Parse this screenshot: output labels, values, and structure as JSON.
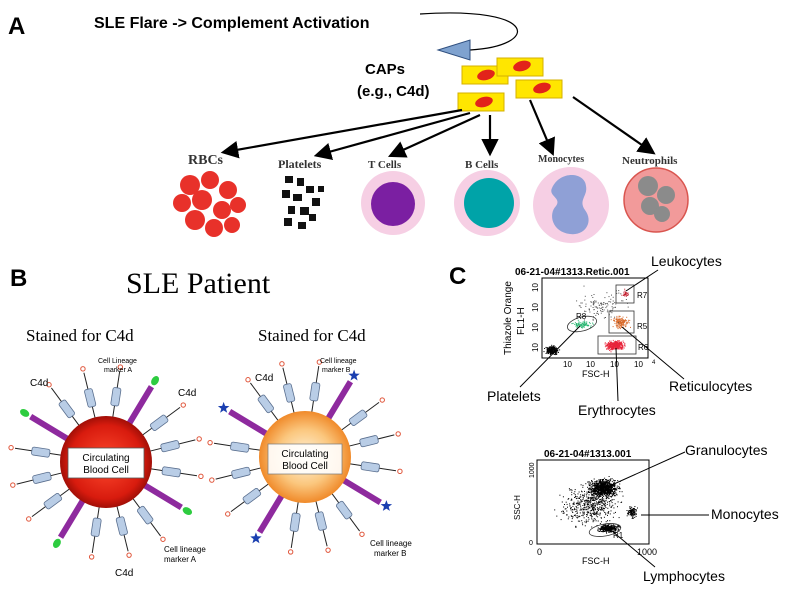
{
  "panel_a": {
    "letter": "A",
    "flare_text": "SLE Flare -> Complement Activation",
    "caps_line1": "CAPs",
    "caps_line2": "(e.g., C4d)",
    "cells": [
      {
        "label": "RBCs",
        "icon": "rbc-cluster-icon",
        "color": "#e8312a"
      },
      {
        "label": "Platelets",
        "icon": "platelet-cluster-icon",
        "color": "#111111"
      },
      {
        "label": "T Cells",
        "icon": "t-cell-icon",
        "color": "#7b1fa2"
      },
      {
        "label": "B Cells",
        "icon": "b-cell-icon",
        "color": "#00a3a8"
      },
      {
        "label": "Monocytes",
        "icon": "monocyte-icon",
        "color": "#8fa0d6"
      },
      {
        "label": "Neutrophils",
        "icon": "neutrophil-icon",
        "color": "#f29a9a"
      }
    ]
  },
  "panel_b": {
    "letter": "B",
    "title": "SLE Patient",
    "left": {
      "stain_title": "Stained for C4d",
      "cell_line1": "Circulating",
      "cell_line2": "Blood Cell",
      "c4d_a": "C4d",
      "c4d_b": "C4d",
      "c4d_c": "C4d",
      "marker_top_1": "Cell Lineage",
      "marker_top_2": "marker A",
      "marker_bottom_1": "Cell lineage",
      "marker_bottom_2": "marker A"
    },
    "right": {
      "stain_title": "Stained for C4d",
      "cell_line1": "Circulating",
      "cell_line2": "Blood Cell",
      "c4d_a": "C4d",
      "marker_top_1": "Cell lineage",
      "marker_top_2": "marker B",
      "marker_bottom_1": "Cell lineage",
      "marker_bottom_2": "marker B"
    },
    "colors": {
      "red_cell": "#d81b0e",
      "orange_cell": "#f7a64a",
      "marker_a": "#2ecc40",
      "marker_b": "#1a3fb0",
      "stalk": "#8e2a9e"
    }
  },
  "panel_c": {
    "letter": "C",
    "plot1": {
      "header": "06-21-04#1313.Retic.001",
      "y_label_1": "Thiazole Orange",
      "y_label_2": "FL1-H",
      "x_label": "FSC-H",
      "gate_r5": "R5",
      "gate_r6": "R6",
      "gate_r7": "R7",
      "gate_r8": "R8",
      "y_ticks": [
        "10",
        "10",
        "10",
        "10"
      ],
      "x_ticks": [
        "10",
        "10",
        "10",
        "10"
      ],
      "tick_exponents": [
        "0",
        "1",
        "2",
        "3",
        "4"
      ],
      "callouts": {
        "leukocytes": "Leukocytes",
        "reticulocytes": "Reticulocytes",
        "platelets": "Platelets",
        "erythrocytes": "Erythrocytes"
      }
    },
    "plot2": {
      "header": "06-21-04#1313.001",
      "y_label": "SSC-H",
      "x_label": "FSC-H",
      "y_tick_top": "1000",
      "y_tick_zero": "0",
      "x_tick_zero": "0",
      "x_tick_max": "1000",
      "gate_r1": "R1",
      "callouts": {
        "granulocytes": "Granulocytes",
        "monocytes": "Monocytes",
        "lymphocytes": "Lymphocytes"
      }
    }
  }
}
